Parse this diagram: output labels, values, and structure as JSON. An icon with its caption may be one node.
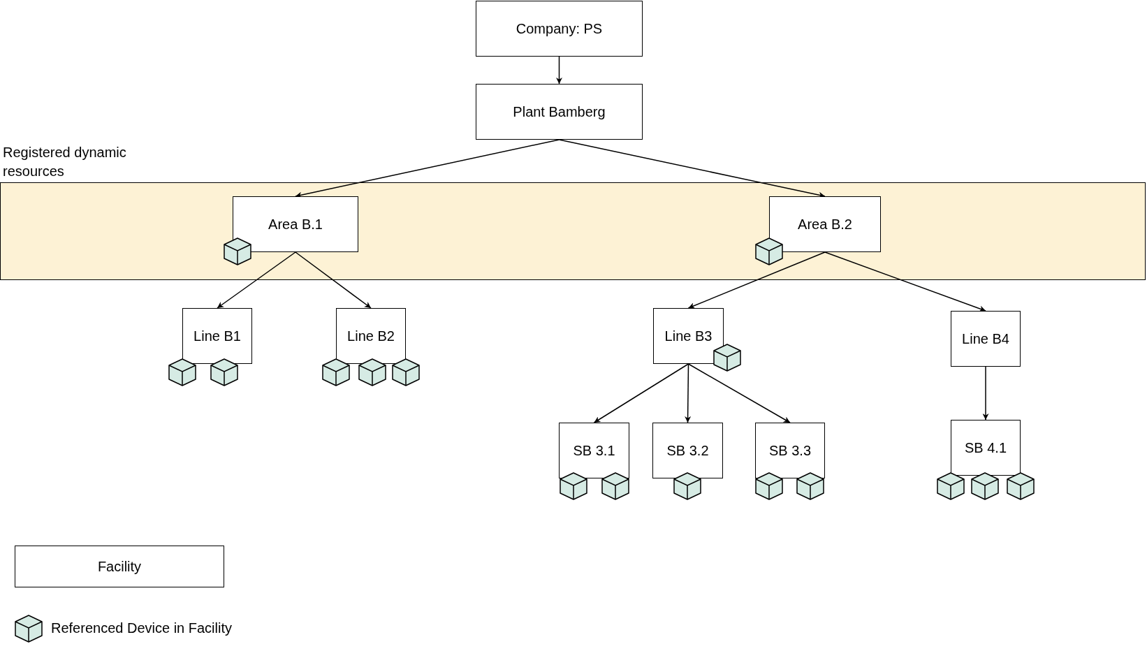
{
  "diagram": {
    "nodes": [
      {
        "text": [
          "Company: PS"
        ]
      },
      {
        "text": [
          "Plant Bamberg"
        ]
      },
      {
        "text": [
          "Registered dynamic resources"
        ]
      },
      {
        "text": [
          "Area B.1"
        ],
        "in": 2
      },
      {
        "text": [
          "Area B.2"
        ],
        "in": 2
      },
      {
        "text": [
          "Line B1"
        ]
      },
      {
        "text": [
          "Line B2"
        ]
      },
      {
        "text": [
          "Line B3"
        ]
      },
      {
        "text": [
          "Line B4"
        ]
      },
      {
        "text": [
          "SB 3.1"
        ]
      },
      {
        "text": [
          "SB 3.2"
        ]
      },
      {
        "text": [
          "SB 3.3"
        ]
      },
      {
        "text": [
          "SB 4.1"
        ]
      }
    ],
    "edges": [
      {
        "from": 0,
        "to": 1,
        "arrow": "to"
      },
      {
        "from": 1,
        "to": 3,
        "arrow": "to"
      },
      {
        "from": 1,
        "to": 4,
        "arrow": "to"
      },
      {
        "from": 3,
        "to": 5,
        "arrow": "to"
      },
      {
        "from": 3,
        "to": 6,
        "arrow": "to"
      },
      {
        "from": 4,
        "to": 7,
        "arrow": "to"
      },
      {
        "from": 4,
        "to": 8,
        "arrow": "to"
      },
      {
        "from": 7,
        "to": 9,
        "arrow": "to"
      },
      {
        "from": 7,
        "to": 10,
        "arrow": "to"
      },
      {
        "from": 7,
        "to": 11,
        "arrow": "to"
      },
      {
        "from": 8,
        "to": 12,
        "arrow": "to"
      }
    ],
    "legend": [
      {
        "text": "Facility"
      },
      {
        "text": "Referenced Device in Facility"
      }
    ]
  }
}
